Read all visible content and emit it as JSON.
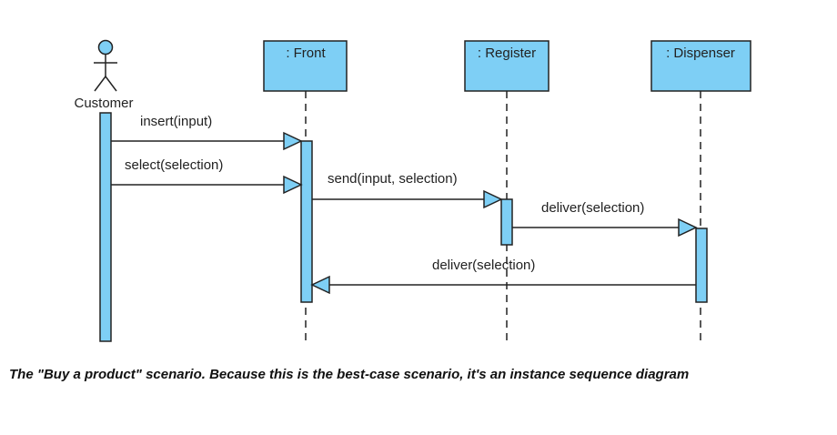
{
  "diagram": {
    "type": "uml-sequence",
    "fill_color": "#7ecff5",
    "actor": {
      "name": "Customer"
    },
    "objects": [
      {
        "id": "front",
        "label": ": Front"
      },
      {
        "id": "register",
        "label": ": Register"
      },
      {
        "id": "dispenser",
        "label": ": Dispenser"
      }
    ],
    "messages": [
      {
        "from": "Customer",
        "to": ": Front",
        "label": "insert(input)"
      },
      {
        "from": "Customer",
        "to": ": Front",
        "label": "select(selection)"
      },
      {
        "from": ": Front",
        "to": ": Register",
        "label": "send(input, selection)"
      },
      {
        "from": ": Register",
        "to": ": Dispenser",
        "label": "deliver(selection)"
      },
      {
        "from": ": Dispenser",
        "to": ": Front",
        "label": "deliver(selection)"
      }
    ]
  },
  "caption": "The \"Buy a product\" scenario. Because this is the best-case scenario, it's an instance sequence diagram"
}
